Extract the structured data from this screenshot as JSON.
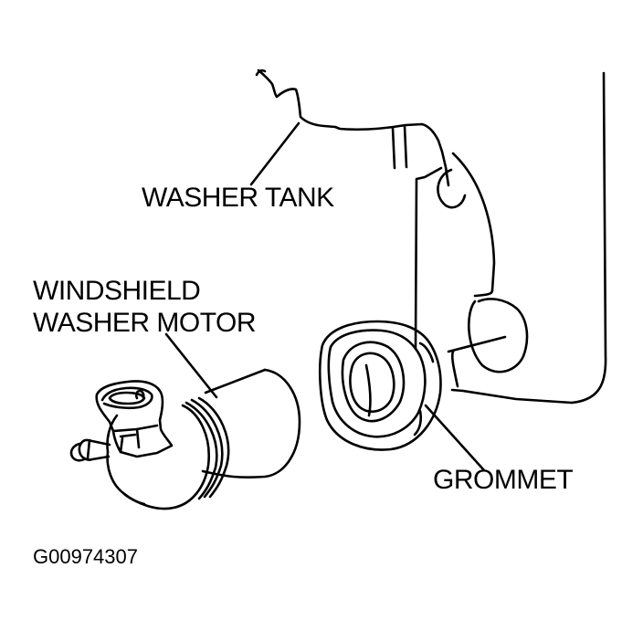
{
  "labels": {
    "washer_tank": "WASHER TANK",
    "motor_line1": "WINDSHIELD",
    "motor_line2": "WASHER MOTOR",
    "grommet": "GROMMET",
    "figure_code": "G00974307"
  },
  "colors": {
    "ink": "#000000",
    "paper": "#ffffff"
  }
}
